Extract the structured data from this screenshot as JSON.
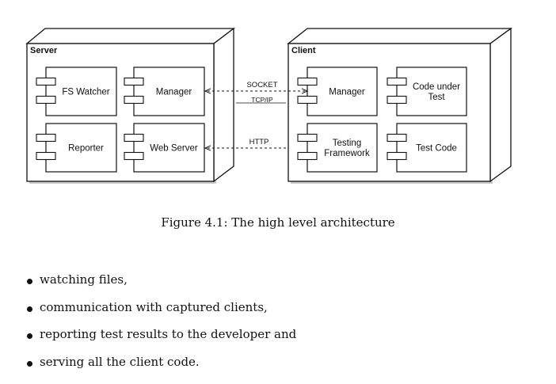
{
  "diagram": {
    "server": {
      "title": "Server",
      "components": [
        {
          "lines": [
            "FS Watcher"
          ]
        },
        {
          "lines": [
            "Manager"
          ]
        },
        {
          "lines": [
            "Reporter"
          ]
        },
        {
          "lines": [
            "Web Server"
          ]
        }
      ]
    },
    "client": {
      "title": "Client",
      "components": [
        {
          "lines": [
            "Manager"
          ]
        },
        {
          "lines": [
            "Code under",
            "Test"
          ]
        },
        {
          "lines": [
            "Testing",
            "Framework"
          ]
        },
        {
          "lines": [
            "Test Code"
          ]
        }
      ]
    },
    "connections": {
      "socket_label": "SOCKET",
      "tcp_label": "TCP/IP",
      "http_label": "HTTP"
    }
  },
  "caption": "Figure 4.1: The high level architecture",
  "bullets": [
    "watching files,",
    "communication with captured clients,",
    "reporting test results to the developer and",
    "serving all the client code."
  ]
}
